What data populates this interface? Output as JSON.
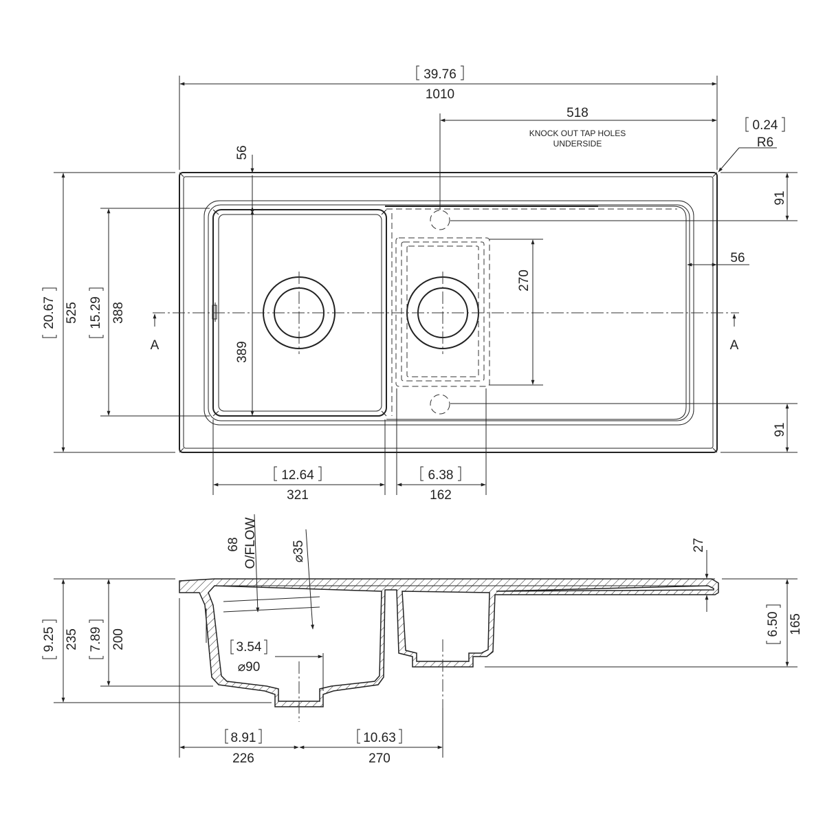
{
  "plan_view": {
    "overall_width_in": "39.76",
    "overall_width_mm": "1010",
    "tap_hole_offset": "518",
    "tap_hole_note_line1": "KNOCK OUT TAP HOLES",
    "tap_hole_note_line2": "UNDERSIDE",
    "corner_radius_in": "0.24",
    "corner_radius": "R6",
    "overall_depth_in": "20.67",
    "overall_depth_mm": "525",
    "bowl_depth_in": "15.29",
    "bowl_depth_mm": "388",
    "main_bowl_length": "389",
    "top_rim": "56",
    "right_rim": "56",
    "prep_bowl_length": "270",
    "tap_hole_top": "91",
    "tap_hole_bottom": "91",
    "main_bowl_width_in": "12.64",
    "main_bowl_width_mm": "321",
    "prep_bowl_width_in": "6.38",
    "prep_bowl_width_mm": "162",
    "section_left": "A",
    "section_right": "A"
  },
  "section_view": {
    "overflow_size": "68",
    "overflow_label": "O/FLOW",
    "overflow_dia": "⌀35",
    "waste_dia_in": "3.54",
    "waste_dia": "⌀90",
    "deck_thickness": "27",
    "overall_height_in": "9.25",
    "overall_height_mm": "235",
    "bowl_height_in": "7.89",
    "bowl_height_mm": "200",
    "prep_height_in": "6.50",
    "prep_height_mm": "165",
    "waste_offset_in": "8.91",
    "waste_offset_mm": "226",
    "waste_spacing_in": "10.63",
    "waste_spacing_mm": "270"
  }
}
